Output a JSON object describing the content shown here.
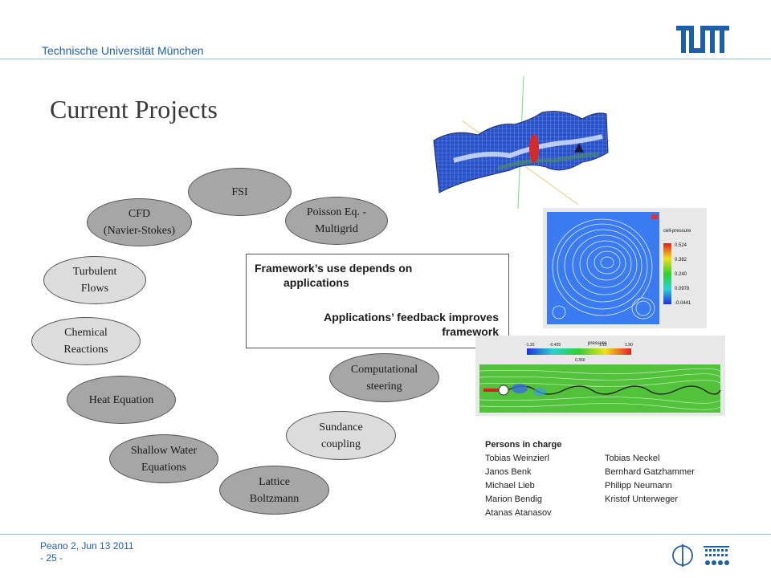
{
  "header": {
    "university": "Technische Universität München",
    "logo_text": "TUM"
  },
  "slide": {
    "title": "Current Projects"
  },
  "projects": [
    {
      "label": "FSI",
      "style": "dark"
    },
    {
      "label": "Poisson Eq. -\nMultigrid",
      "style": "dark"
    },
    {
      "label": "CFD\n(Navier-Stokes)",
      "style": "dark"
    },
    {
      "label": "Turbulent\nFlows",
      "style": "light"
    },
    {
      "label": "Chemical\nReactions",
      "style": "light"
    },
    {
      "label": "Heat Equation",
      "style": "dark"
    },
    {
      "label": "Shallow Water\nEquations",
      "style": "dark"
    },
    {
      "label": "Lattice\nBoltzmann",
      "style": "dark"
    },
    {
      "label": "Sundance\ncoupling",
      "style": "light"
    },
    {
      "label": "Computational\nsteering",
      "style": "dark"
    }
  ],
  "framework_box": {
    "line1a": "Framework’s use depends on",
    "line1b": "applications",
    "line2a": "Applications’ feedback improves",
    "line2b": "framework"
  },
  "cavity_legend": {
    "title": "cell-pressure",
    "ticks": [
      "0.524",
      "0.382",
      "0.240",
      "0.0978",
      "-0.0441"
    ]
  },
  "channel_legend": {
    "title": "pressure",
    "ticks": [
      "-1.20",
      "-0.425",
      "0.350",
      "1.12",
      "1.90"
    ]
  },
  "persons": {
    "heading": "Persons in charge",
    "col1": [
      "Tobias Weinzierl",
      "Janos Benk",
      "Michael Lieb",
      "Marion Bendig",
      "Atanas Atanasov"
    ],
    "col2": [
      "Tobias Neckel",
      "Bernhard Gatzhammer",
      "Philipp Neumann",
      "Kristof Unterweger"
    ]
  },
  "footer": {
    "line1": "Peano 2, Jun 13 2011",
    "line2": "- 25 -"
  },
  "colors": {
    "brand_blue": "#1f5ea8",
    "dark_ellipse": "#a6a6a6",
    "light_ellipse": "#dcdcdc"
  }
}
